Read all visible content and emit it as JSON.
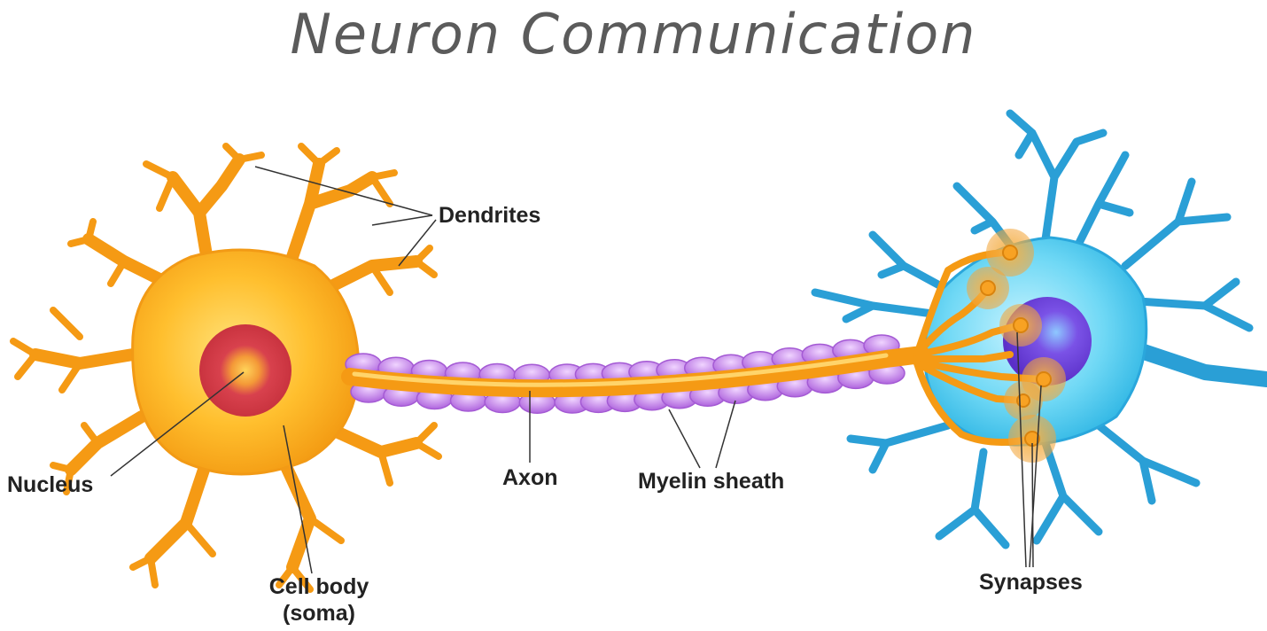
{
  "title": "Neuron Communication",
  "labels": {
    "dendrites": "Dendrites",
    "nucleus": "Nucleus",
    "cell_body_line1": "Cell body",
    "cell_body_line2": "(soma)",
    "axon": "Axon",
    "myelin_sheath": "Myelin sheath",
    "synapses": "Synapses"
  },
  "colors": {
    "presynaptic_neuron": "#f7a51c",
    "presynaptic_highlight": "#ffd35c",
    "nucleus": "#d43f4a",
    "nucleolus": "#ffb22e",
    "myelin": "#c98be8",
    "postsynaptic_neuron": "#3cc6ee",
    "postsynaptic_nucleus": "#6a3fd6",
    "synapse_glow": "#f0a640",
    "leader_lines": "#333333"
  }
}
